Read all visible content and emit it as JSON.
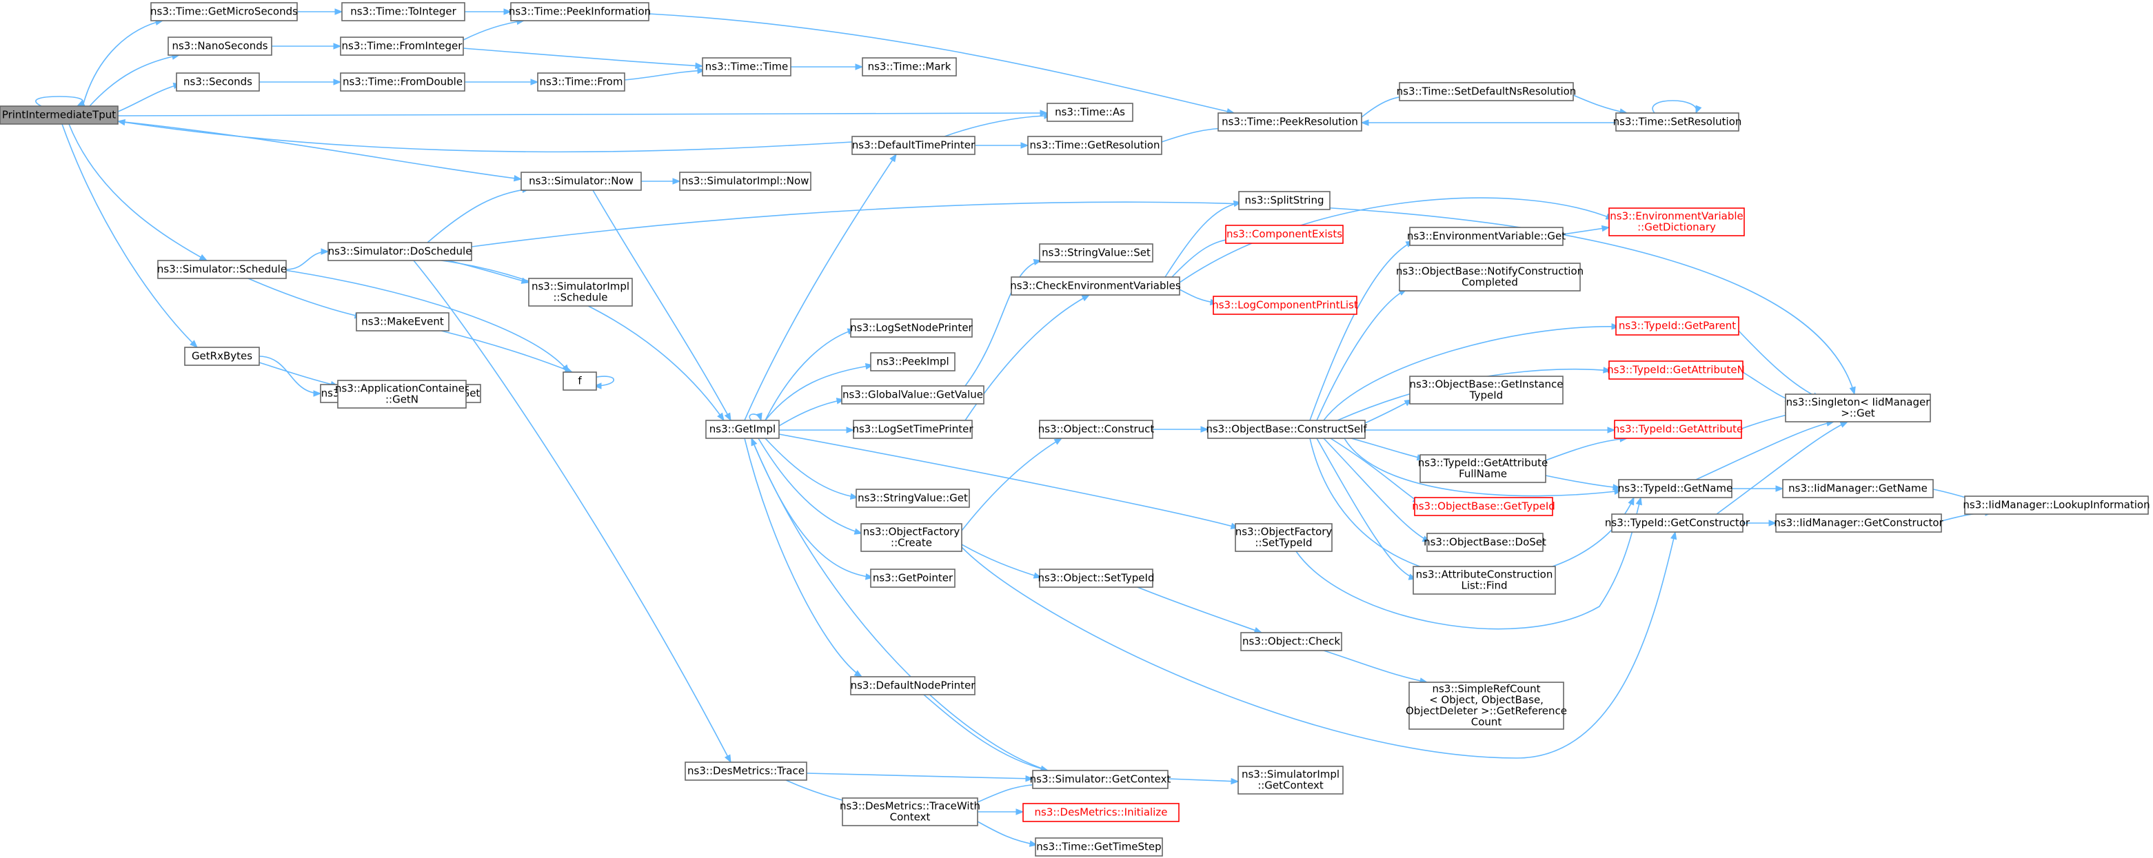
{
  "colors": {
    "edge": "#63b8ff",
    "node_border": "#666666",
    "node_fill": "#ffffff",
    "root_fill": "#999999",
    "red_border": "#ff0000"
  },
  "nodes": [
    {
      "id": "root",
      "lines": [
        "PrintIntermediateTput"
      ],
      "style": "root"
    },
    {
      "id": "getmicro",
      "lines": [
        "ns3::Time::GetMicroSeconds"
      ]
    },
    {
      "id": "nano",
      "lines": [
        "ns3::NanoSeconds"
      ]
    },
    {
      "id": "seconds",
      "lines": [
        "ns3::Seconds"
      ]
    },
    {
      "id": "toint",
      "lines": [
        "ns3::Time::ToInteger"
      ]
    },
    {
      "id": "peekinfo",
      "lines": [
        "ns3::Time::PeekInformation"
      ]
    },
    {
      "id": "fromint",
      "lines": [
        "ns3::Time::FromInteger"
      ]
    },
    {
      "id": "timetime",
      "lines": [
        "ns3::Time::Time"
      ]
    },
    {
      "id": "timemark",
      "lines": [
        "ns3::Time::Mark"
      ]
    },
    {
      "id": "fromdouble",
      "lines": [
        "ns3::Time::FromDouble"
      ]
    },
    {
      "id": "from",
      "lines": [
        "ns3::Time::From"
      ]
    },
    {
      "id": "timeas",
      "lines": [
        "ns3::Time::As"
      ]
    },
    {
      "id": "peekres",
      "lines": [
        "ns3::Time::PeekResolution"
      ]
    },
    {
      "id": "setdefns",
      "lines": [
        "ns3::Time::SetDefaultNsResolution"
      ]
    },
    {
      "id": "setres",
      "lines": [
        "ns3::Time::SetResolution"
      ]
    },
    {
      "id": "deftimeprinter",
      "lines": [
        "ns3::DefaultTimePrinter"
      ]
    },
    {
      "id": "getres",
      "lines": [
        "ns3::Time::GetResolution"
      ]
    },
    {
      "id": "simnow",
      "lines": [
        "ns3::Simulator::Now"
      ]
    },
    {
      "id": "simimplnow",
      "lines": [
        "ns3::SimulatorImpl::Now"
      ]
    },
    {
      "id": "simsched",
      "lines": [
        "ns3::Simulator::Schedule"
      ]
    },
    {
      "id": "doschedule",
      "lines": [
        "ns3::Simulator::DoSchedule"
      ]
    },
    {
      "id": "implsched",
      "lines": [
        "ns3::SimulatorImpl",
        "::Schedule"
      ]
    },
    {
      "id": "makeevent",
      "lines": [
        "ns3::MakeEvent"
      ]
    },
    {
      "id": "f",
      "lines": [
        "f"
      ]
    },
    {
      "id": "getrx",
      "lines": [
        "GetRxBytes"
      ]
    },
    {
      "id": "appget",
      "lines": [
        "ns3::ApplicationContainer::Get"
      ]
    },
    {
      "id": "appgetn",
      "lines": [
        "ns3::ApplicationContainer",
        "::GetN"
      ]
    },
    {
      "id": "getimpl",
      "lines": [
        "ns3::GetImpl"
      ]
    },
    {
      "id": "splitstring",
      "lines": [
        "ns3::SplitString"
      ]
    },
    {
      "id": "compexists",
      "lines": [
        "ns3::ComponentExists"
      ],
      "style": "red"
    },
    {
      "id": "strvalset",
      "lines": [
        "ns3::StringValue::Set"
      ]
    },
    {
      "id": "checkenv",
      "lines": [
        "ns3::CheckEnvironmentVariables"
      ]
    },
    {
      "id": "logcompprint",
      "lines": [
        "ns3::LogComponentPrintList"
      ],
      "style": "red"
    },
    {
      "id": "envget",
      "lines": [
        "ns3::EnvironmentVariable::Get"
      ]
    },
    {
      "id": "envdict",
      "lines": [
        "ns3::EnvironmentVariable",
        "::GetDictionary"
      ],
      "style": "red"
    },
    {
      "id": "notifyconst",
      "lines": [
        "ns3::ObjectBase::NotifyConstruction",
        "Completed"
      ]
    },
    {
      "id": "logsetnode",
      "lines": [
        "ns3::LogSetNodePrinter"
      ]
    },
    {
      "id": "peekimpl",
      "lines": [
        "ns3::PeekImpl"
      ]
    },
    {
      "id": "gvgetvalue",
      "lines": [
        "ns3::GlobalValue::GetValue"
      ]
    },
    {
      "id": "logsettime",
      "lines": [
        "ns3::LogSetTimePrinter"
      ]
    },
    {
      "id": "getparent",
      "lines": [
        "ns3::TypeId::GetParent"
      ],
      "style": "red"
    },
    {
      "id": "getattrn",
      "lines": [
        "ns3::TypeId::GetAttributeN"
      ],
      "style": "red"
    },
    {
      "id": "getinsttid",
      "lines": [
        "ns3::ObjectBase::GetInstance",
        "TypeId"
      ]
    },
    {
      "id": "singleton",
      "lines": [
        "ns3::Singleton< IidManager",
        " >::Get"
      ]
    },
    {
      "id": "objconstruct",
      "lines": [
        "ns3::Object::Construct"
      ]
    },
    {
      "id": "constructself",
      "lines": [
        "ns3::ObjectBase::ConstructSelf"
      ]
    },
    {
      "id": "getattr",
      "lines": [
        "ns3::TypeId::GetAttribute"
      ],
      "style": "red"
    },
    {
      "id": "getattrfull",
      "lines": [
        "ns3::TypeId::GetAttribute",
        "FullName"
      ]
    },
    {
      "id": "getname",
      "lines": [
        "ns3::TypeId::GetName"
      ]
    },
    {
      "id": "iidgetname",
      "lines": [
        "ns3::IidManager::GetName"
      ]
    },
    {
      "id": "lookupinfo",
      "lines": [
        "ns3::IidManager::LookupInformation"
      ]
    },
    {
      "id": "strvalget",
      "lines": [
        "ns3::StringValue::Get"
      ]
    },
    {
      "id": "obgettypeid",
      "lines": [
        "ns3::ObjectBase::GetTypeId"
      ],
      "style": "red"
    },
    {
      "id": "objfcreate",
      "lines": [
        "ns3::ObjectFactory",
        "::Create"
      ]
    },
    {
      "id": "objfsettid",
      "lines": [
        "ns3::ObjectFactory",
        "::SetTypeId"
      ]
    },
    {
      "id": "getconstructor",
      "lines": [
        "ns3::TypeId::GetConstructor"
      ]
    },
    {
      "id": "iidgetconstructor",
      "lines": [
        "ns3::IidManager::GetConstructor"
      ]
    },
    {
      "id": "obdoset",
      "lines": [
        "ns3::ObjectBase::DoSet"
      ]
    },
    {
      "id": "objsettid",
      "lines": [
        "ns3::Object::SetTypeId"
      ]
    },
    {
      "id": "getpointer",
      "lines": [
        "ns3::GetPointer"
      ]
    },
    {
      "id": "attrfind",
      "lines": [
        "ns3::AttributeConstruction",
        "List::Find"
      ]
    },
    {
      "id": "objcheck",
      "lines": [
        "ns3::Object::Check"
      ]
    },
    {
      "id": "simplerefcount",
      "lines": [
        "ns3::SimpleRefCount",
        "< Object, ObjectBase,",
        " ObjectDeleter >::GetReference",
        "Count"
      ]
    },
    {
      "id": "defnodeprinter",
      "lines": [
        "ns3::DefaultNodePrinter"
      ]
    },
    {
      "id": "destrace",
      "lines": [
        "ns3::DesMetrics::Trace"
      ]
    },
    {
      "id": "simgetctx",
      "lines": [
        "ns3::Simulator::GetContext"
      ]
    },
    {
      "id": "implgetctx",
      "lines": [
        "ns3::SimulatorImpl",
        "::GetContext"
      ]
    },
    {
      "id": "tracewith",
      "lines": [
        "ns3::DesMetrics::TraceWith",
        "Context"
      ]
    },
    {
      "id": "desinit",
      "lines": [
        "ns3::DesMetrics::Initialize"
      ],
      "style": "red"
    },
    {
      "id": "gettimestep",
      "lines": [
        "ns3::Time::GetTimeStep"
      ]
    }
  ]
}
